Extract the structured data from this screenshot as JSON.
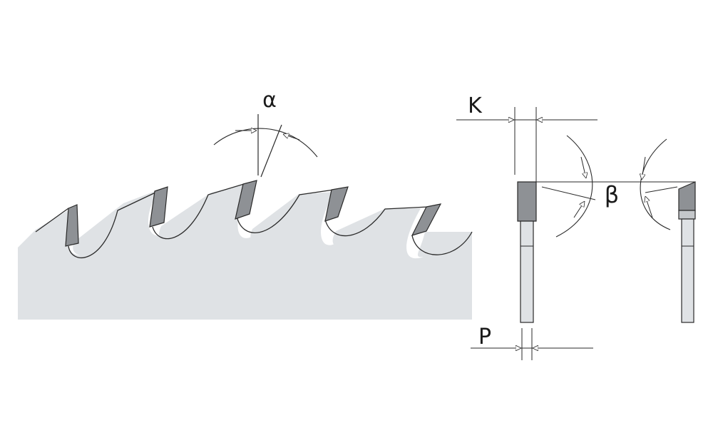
{
  "labels": {
    "rake_angle": "α",
    "kerf": "K",
    "plate": "P",
    "bevel_angle": "β"
  },
  "colors": {
    "blade_fill": "#dfe2e5",
    "tip_fill": "#8e9195",
    "tip_light": "#c4c7ca",
    "line": "#2a2a2a"
  }
}
